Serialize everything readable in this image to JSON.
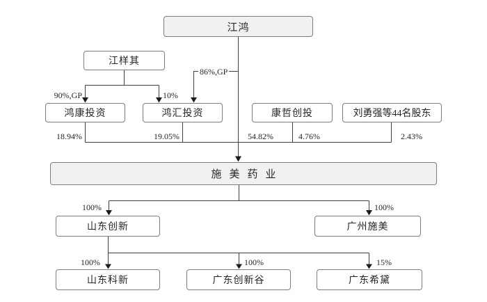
{
  "colors": {
    "line": "#3f3f3f",
    "arrow": "#1c1c1c",
    "box-border": "#7c7c7c",
    "box-fill": "#ffffff",
    "box-fill-shaded": "#f1f1f1",
    "text": "#262626"
  },
  "nodes": {
    "jianghong": {
      "label": "江鸿"
    },
    "jiangyangqi": {
      "label": "江样其"
    },
    "hongkang": {
      "label": "鸿康投资"
    },
    "honghui": {
      "label": "鸿汇投资"
    },
    "kangzhe": {
      "label": "康哲创投"
    },
    "liuyongqiang": {
      "label": "刘勇强等44名股东"
    },
    "shimei": {
      "label": "施美药业"
    },
    "shandong_chuangxin": {
      "label": "山东创新"
    },
    "guangzhou_shimei": {
      "label": "广州施美"
    },
    "shandong_kexin": {
      "label": "山东科新"
    },
    "guangdong_chuangxingu": {
      "label": "广东创新谷"
    },
    "guangdong_xidai": {
      "label": "广东希黛"
    }
  },
  "edges": {
    "jiangyangqi_hongkang": {
      "label": "90%,GP"
    },
    "jiangyangqi_honghui": {
      "label": "10%"
    },
    "jianghong_honghui": {
      "label": "86%,GP"
    },
    "hongkang_shimei": {
      "label": "18.94%"
    },
    "honghui_shimei": {
      "label": "19.05%"
    },
    "jianghong_shimei": {
      "label": "54.82%"
    },
    "kangzhe_shimei": {
      "label": "4.76%"
    },
    "liuyongqiang_shimei": {
      "label": "2.43%"
    },
    "shimei_shandong_chuangxin": {
      "label": "100%"
    },
    "shimei_guangzhou_shimei": {
      "label": "100%"
    },
    "chuangxin_kexin": {
      "label": "100%"
    },
    "chuangxin_chuangxingu": {
      "label": "100%"
    },
    "chuangxin_xidai": {
      "label": "15%"
    }
  }
}
